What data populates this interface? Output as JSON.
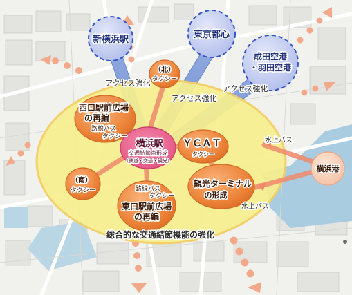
{
  "destinations": {
    "shin_yokohama": "新横浜駅",
    "tokyo_toshin": "東京都心",
    "narita_haneda_line1": "成田空港",
    "narita_haneda_line2": "・羽田空港"
  },
  "access_labels": {
    "left": "アクセス強化",
    "center": "アクセス強化",
    "right": "アクセス強化"
  },
  "hub": {
    "title": "横浜駅",
    "line2": "交通結節点形成",
    "line3": "（鉄道・交通・観光）"
  },
  "nodes": {
    "north_taxi_line1": "（北）",
    "north_taxi_line2": "タクシー",
    "west_plaza_line1": "西口駅前広場",
    "west_plaza_line2": "の再編",
    "west_plaza_sub_line1": "路線バス",
    "west_plaza_sub_line2": "タクシー",
    "south_taxi_line1": "（南）",
    "south_taxi_line2": "タクシー",
    "east_plaza_sub_line1": "路線バス",
    "east_plaza_sub_line2": "タクシー",
    "east_plaza_line1": "東口駅前広場",
    "east_plaza_line2": "の再編",
    "ycat": "ＹＣＡＴ",
    "ycat_sub": "タクシー",
    "tourist_terminal_line1": "観光ターミナル",
    "tourist_terminal_line2": "の形成",
    "yokohama_port": "横浜港",
    "water_bus_upper": "水上バス",
    "water_bus_lower": "水上バス"
  },
  "zone_caption": "総合的な交通結節機能の強化",
  "colors": {
    "zone_fill": "#f7ef8f",
    "node_orange": "#ee8a3c",
    "hub_pink": "#e65a8a",
    "destination_blue": "#bcc6ee",
    "destination_border": "#3556c8",
    "access_band": "#7a96d6",
    "water": "#a9cce0",
    "arrow_salmon": "#f2a98a"
  }
}
